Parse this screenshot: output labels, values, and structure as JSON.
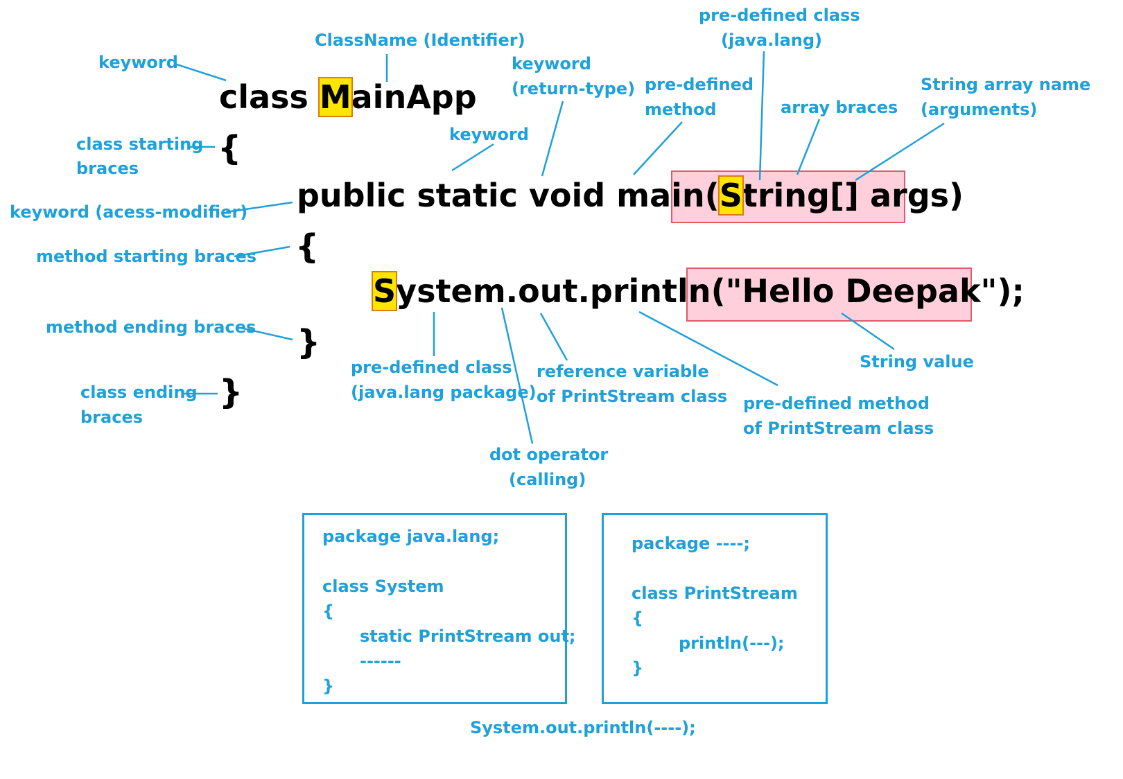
{
  "code": {
    "class_kw": "class ",
    "class_first": "M",
    "class_rest": "ainApp",
    "class_open": "{",
    "sig_prefix": "public static void main(",
    "sig_first": "S",
    "sig_rest": "tring[] args)",
    "method_open": "{",
    "stmt_first": "S",
    "stmt_mid": "ystem.out.println",
    "stmt_str": "(\"Hello Deepak\")",
    "stmt_end": ";",
    "method_close": "}",
    "class_close": "}"
  },
  "labels": {
    "keyword_class": "keyword",
    "classname_identifier": "ClassName (Identifier)",
    "class_starting_1": "class starting",
    "class_starting_2": "braces",
    "keyword_access_modifier": "keyword (acess-modifier)",
    "method_starting_braces": "method starting braces",
    "method_ending_braces": "method ending braces",
    "class_ending_1": "class ending",
    "class_ending_2": "braces",
    "keyword_static": "keyword",
    "keyword_return_1": "keyword",
    "keyword_return_2": "(return-type)",
    "predefined_method_1": "pre-defined",
    "predefined_method_2": "method",
    "predefined_class_1": "pre-defined class",
    "predefined_class_2": "(java.lang)",
    "array_braces": "array braces",
    "string_array_1": "String array name",
    "string_array_2": "(arguments)",
    "system_class_1": "pre-defined class",
    "system_class_2": "(java.lang package)",
    "reference_var_1": "reference variable",
    "reference_var_2": "of PrintStream class",
    "dot_operator_1": "dot operator",
    "dot_operator_2": "(calling)",
    "println_method_1": "pre-defined method",
    "println_method_2": "of PrintStream class",
    "string_value": "String value"
  },
  "box_left": {
    "lines": [
      "package java.lang;",
      "class System",
      "{",
      "static PrintStream out;",
      "------",
      "}"
    ]
  },
  "box_right": {
    "lines": [
      "package ----;",
      "class PrintStream",
      "{",
      "println(---);",
      "}"
    ]
  },
  "footer": "System.out.println(----);"
}
